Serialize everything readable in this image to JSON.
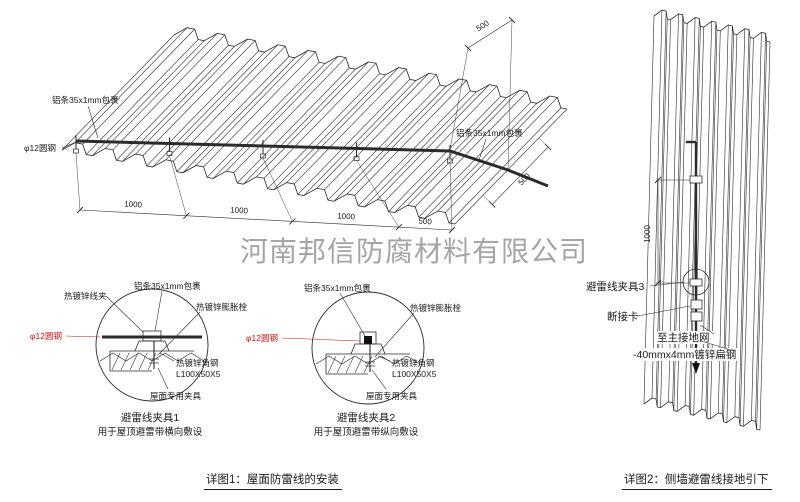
{
  "watermark": "河南邦信防腐材料有限公司",
  "roof": {
    "label_alu_left": "铝条35x1mm包裹",
    "label_alu_right": "铝条35x1mm包裹",
    "label_round_steel": "φ12圆钢",
    "dims_bottom": [
      "1000",
      "1000",
      "1000",
      "500"
    ],
    "dim_slope_right": "500",
    "dim_slope_top": "500"
  },
  "detail1": {
    "labels": {
      "wire_clip": "热镀锌线夹",
      "alu_wrap": "铝条35x1mm包裹",
      "expansion_bolt": "热镀锌膨胀栓",
      "round_steel": "φ12圆钢",
      "angle_steel": "热镀锌角钢",
      "angle_spec": "L100X50X5",
      "roof_clamp": "屋面专用夹具"
    },
    "title": "避雷线夹具1",
    "subtitle": "用于屋顶避雷带横向敷设"
  },
  "detail2": {
    "labels": {
      "alu_wrap": "铝条35x1mm包裹",
      "expansion_bolt": "热镀锌膨胀栓",
      "round_steel": "φ12圆钢",
      "angle_steel": "热镀锌角钢",
      "angle_spec": "L100X50X5",
      "roof_clamp": "屋面专用夹具"
    },
    "title": "避雷线夹具2",
    "subtitle": "用于屋顶避雷带纵向敷设"
  },
  "wall": {
    "dim_vertical": "1000",
    "label_clamp3": "避雷线夹具3",
    "label_disconnect": "断接卡",
    "label_to_ground": "至主接地网",
    "label_flat_steel": "-40mmx4mm镀锌扁钢"
  },
  "captions": {
    "detail1": "详图1：屋面防雷线的安装",
    "detail2": "详图2：侧墙避雷线接地引下"
  },
  "colors": {
    "line": "#2b2b2b",
    "red": "#cc1111",
    "watermark": "#8f8f8f"
  }
}
